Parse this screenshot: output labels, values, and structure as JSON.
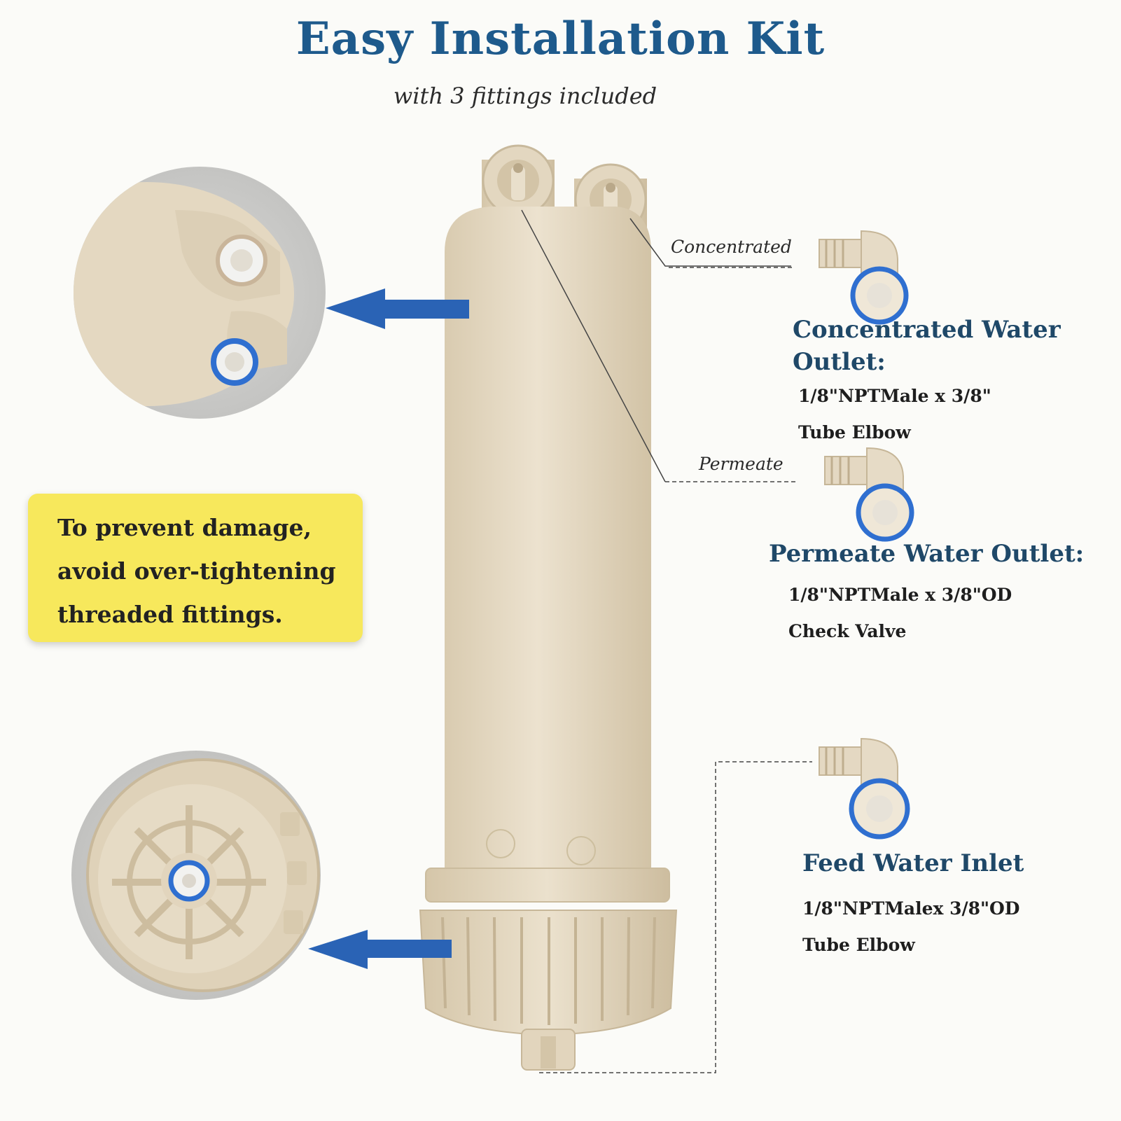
{
  "header": {
    "title": "Easy Installation Kit",
    "subtitle": "with 3 fittings included"
  },
  "callouts": {
    "concentrated_line_label": "Concentrated",
    "permeate_line_label": "Permeate"
  },
  "fittings": [
    {
      "heading_lines": [
        "Concentrated Water",
        "Outlet:"
      ],
      "spec_lines": [
        "1/8\"NPTMale x 3/8\"",
        "Tube Elbow"
      ]
    },
    {
      "heading_lines": [
        "Permeate Water Outlet:"
      ],
      "spec_lines": [
        "1/8\"NPTMale x 3/8\"OD",
        "Check Valve"
      ]
    },
    {
      "heading_lines": [
        "Feed Water Inlet"
      ],
      "spec_lines": [
        "1/8\"NPTMalex 3/8\"OD",
        "Tube Elbow"
      ]
    }
  ],
  "warning": {
    "lines": [
      "To prevent damage,",
      "avoid over-tightening",
      "threaded fittings."
    ]
  },
  "colors": {
    "title_blue": "#1e5a8c",
    "heading_navy": "#1f4868",
    "housing_beige": "#e3d6bd",
    "arrow_blue": "#2a63b5",
    "ring_blue": "#2f6fd0",
    "warning_yellow": "#f7e85c"
  },
  "icons": [
    "membrane-housing",
    "elbow-fitting-icon",
    "arrow-left-icon",
    "zoom-detail-circle"
  ]
}
